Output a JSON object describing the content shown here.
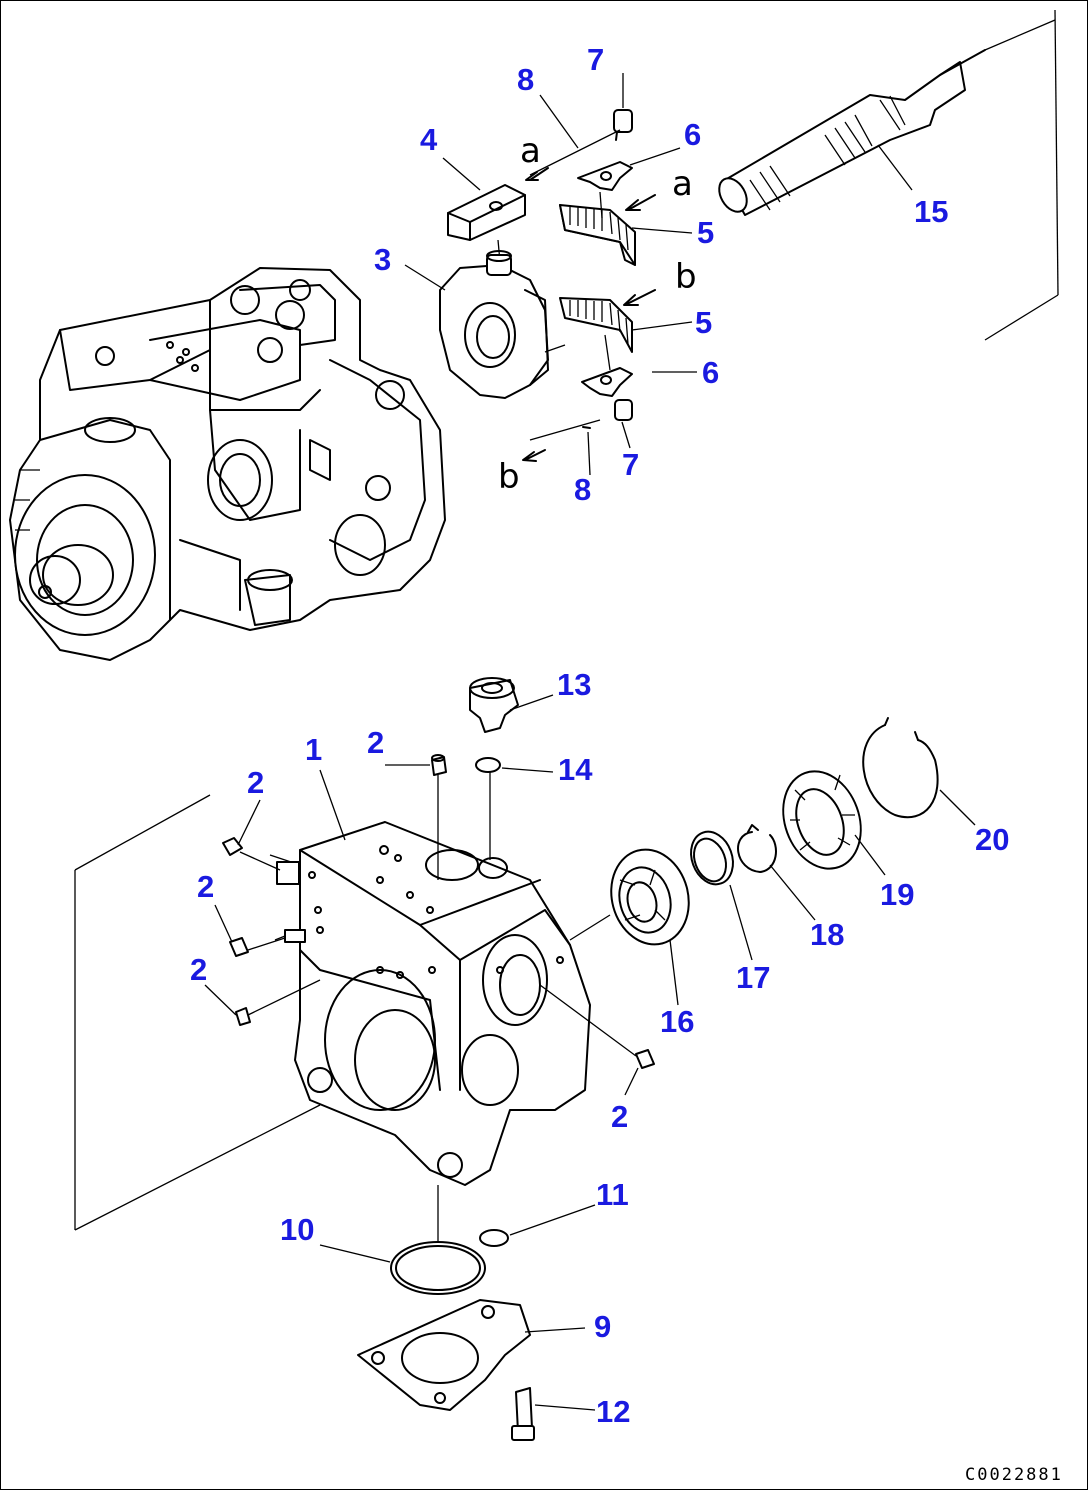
{
  "diagram_code": "C0022881",
  "callouts": [
    {
      "id": "c7a",
      "text": "7"
    },
    {
      "id": "c8a",
      "text": "8"
    },
    {
      "id": "c6a",
      "text": "6"
    },
    {
      "id": "c4",
      "text": "4"
    },
    {
      "id": "c15",
      "text": "15"
    },
    {
      "id": "c5a",
      "text": "5"
    },
    {
      "id": "c3",
      "text": "3"
    },
    {
      "id": "c5b",
      "text": "5"
    },
    {
      "id": "c6b",
      "text": "6"
    },
    {
      "id": "c7b",
      "text": "7"
    },
    {
      "id": "c8b",
      "text": "8"
    },
    {
      "id": "c13",
      "text": "13"
    },
    {
      "id": "c1",
      "text": "1"
    },
    {
      "id": "c2a",
      "text": "2"
    },
    {
      "id": "c14",
      "text": "14"
    },
    {
      "id": "c2b",
      "text": "2"
    },
    {
      "id": "c20",
      "text": "20"
    },
    {
      "id": "c2c",
      "text": "2"
    },
    {
      "id": "c19",
      "text": "19"
    },
    {
      "id": "c18",
      "text": "18"
    },
    {
      "id": "c2d",
      "text": "2"
    },
    {
      "id": "c17",
      "text": "17"
    },
    {
      "id": "c16",
      "text": "16"
    },
    {
      "id": "c2e",
      "text": "2"
    },
    {
      "id": "c11",
      "text": "11"
    },
    {
      "id": "c10",
      "text": "10"
    },
    {
      "id": "c9",
      "text": "9"
    },
    {
      "id": "c12",
      "text": "12"
    }
  ],
  "ref_letters": [
    {
      "id": "ra1",
      "text": "a"
    },
    {
      "id": "ra2",
      "text": "a"
    },
    {
      "id": "rb1",
      "text": "b"
    },
    {
      "id": "rb2",
      "text": "b"
    }
  ]
}
